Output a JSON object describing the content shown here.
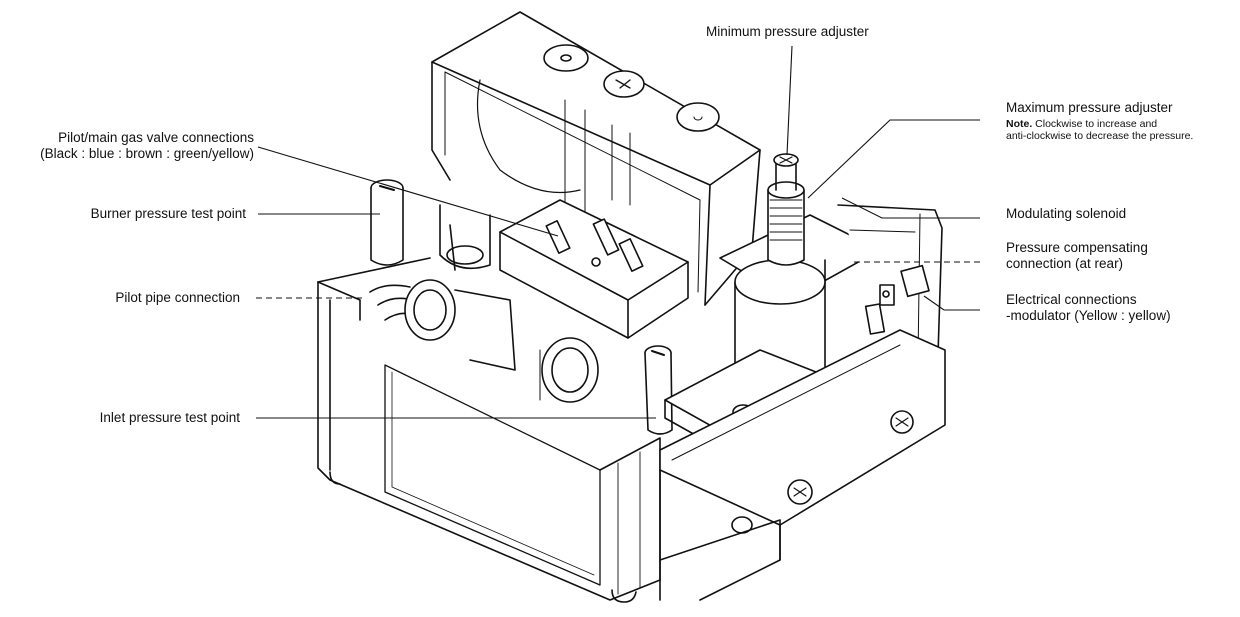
{
  "labels": {
    "min_adjuster": "Minimum pressure adjuster",
    "max_adjuster": "Maximum pressure adjuster",
    "max_note_prefix": "Note.",
    "max_note_line1": "Clockwise to increase and",
    "max_note_line2": "anti-clockwise to decrease the pressure.",
    "modulating_solenoid": "Modulating solenoid",
    "pressure_comp_1": "Pressure compensating",
    "pressure_comp_2": "connection (at rear)",
    "electrical_1": "Electrical connections",
    "electrical_2": "-modulator (Yellow : yellow)",
    "pilot_main_1": "Pilot/main gas valve connections",
    "pilot_main_2": "(Black : blue : brown : green/yellow)",
    "burner_test": "Burner pressure test point",
    "pilot_pipe": "Pilot pipe connection",
    "inlet_test": "Inlet pressure test point"
  }
}
